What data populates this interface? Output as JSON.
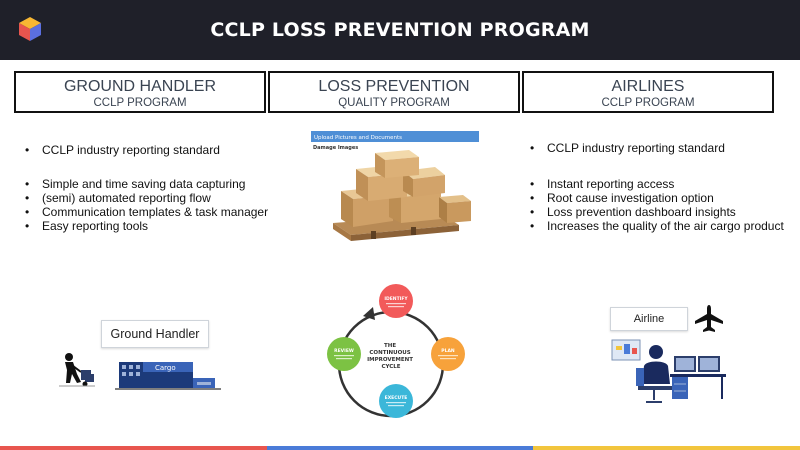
{
  "header": {
    "title": "CCLP LOSS PREVENTION  PROGRAM",
    "logo_icon": "cube-logo-icon"
  },
  "columns": [
    {
      "title": "GROUND HANDLER",
      "subtitle": "CCLP PROGRAM",
      "bullets_top": [
        "CCLP industry reporting standard"
      ],
      "bullets": [
        "Simple and time saving data capturing",
        "(semi) automated reporting flow",
        "Communication templates & task manager",
        "Easy reporting tools"
      ],
      "illustration": {
        "label": "Ground Handler",
        "truck_label": "Cargo"
      }
    },
    {
      "title": "LOSS PREVENTION",
      "subtitle": "QUALITY PROGRAM",
      "screenshot": {
        "header": "Upload Pictures and Documents",
        "caption": "Damage Images"
      },
      "cycle": {
        "center": [
          "THE",
          "CONTINUOUS",
          "IMPROVEMENT",
          "CYCLE"
        ],
        "steps": [
          {
            "name": "IDENTIFY",
            "color": "#f25a5a"
          },
          {
            "name": "PLAN",
            "color": "#f7a23b"
          },
          {
            "name": "EXECUTE",
            "color": "#3bb7d9"
          },
          {
            "name": "REVIEW",
            "color": "#7cc243"
          }
        ]
      }
    },
    {
      "title": "AIRLINES",
      "subtitle": "CCLP PROGRAM",
      "bullets_top": [
        "CCLP industry reporting standard"
      ],
      "bullets": [
        "Instant reporting access",
        "Root cause investigation option",
        "Loss prevention dashboard insights",
        "Increases the quality of the air cargo product"
      ],
      "illustration": {
        "label": "Airline"
      }
    }
  ],
  "footer_colors": [
    "#e8554e",
    "#4a7bd8",
    "#f2c53d"
  ]
}
